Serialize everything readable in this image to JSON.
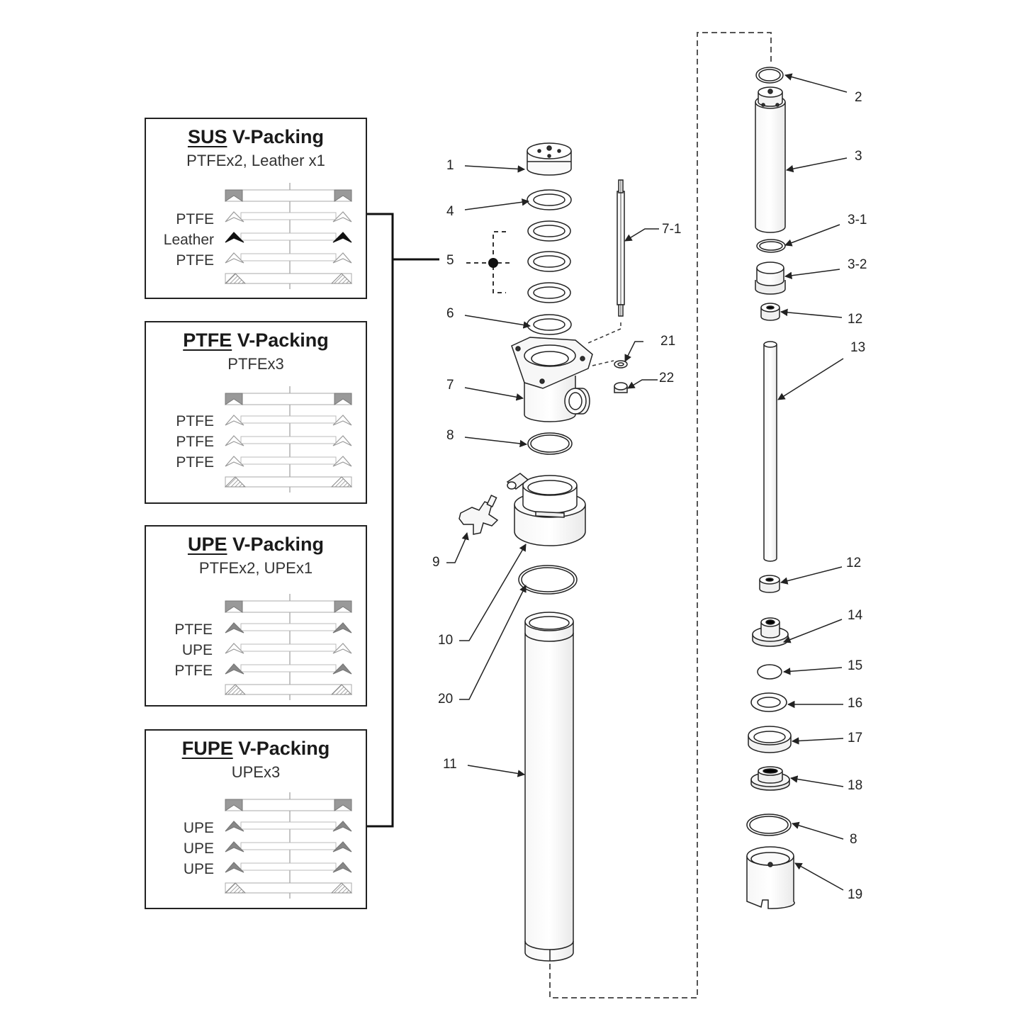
{
  "packing_options": [
    {
      "title_bold": "SUS",
      "title_rest": " V-Packing",
      "subtitle": "PTFEx2, Leather x1",
      "layers": [
        "PTFE",
        "Leather",
        "PTFE"
      ],
      "layer_styles": [
        "outline",
        "black",
        "outline"
      ]
    },
    {
      "title_bold": "PTFE",
      "title_rest": " V-Packing",
      "subtitle": "PTFEx3",
      "layers": [
        "PTFE",
        "PTFE",
        "PTFE"
      ],
      "layer_styles": [
        "outline",
        "outline",
        "outline"
      ]
    },
    {
      "title_bold": "UPE",
      "title_rest": " V-Packing",
      "subtitle": "PTFEx2, UPEx1",
      "layers": [
        "PTFE",
        "UPE",
        "PTFE"
      ],
      "layer_styles": [
        "gray",
        "outline",
        "gray"
      ]
    },
    {
      "title_bold": "FUPE",
      "title_rest": " V-Packing",
      "subtitle": "UPEx3",
      "layers": [
        "UPE",
        "UPE",
        "UPE"
      ],
      "layer_styles": [
        "gray",
        "gray",
        "gray"
      ]
    }
  ],
  "callouts": {
    "c1": "1",
    "c4": "4",
    "c5": "5",
    "c6": "6",
    "c7": "7",
    "c7_1": "7-1",
    "c8a": "8",
    "c9": "9",
    "c10": "10",
    "c11": "11",
    "c20": "20",
    "c21": "21",
    "c22": "22",
    "c2": "2",
    "c3": "3",
    "c3_1": "3-1",
    "c3_2": "3-2",
    "c12a": "12",
    "c13": "13",
    "c12b": "12",
    "c14": "14",
    "c15": "15",
    "c16": "16",
    "c17": "17",
    "c18": "18",
    "c8b": "8",
    "c19": "19"
  }
}
